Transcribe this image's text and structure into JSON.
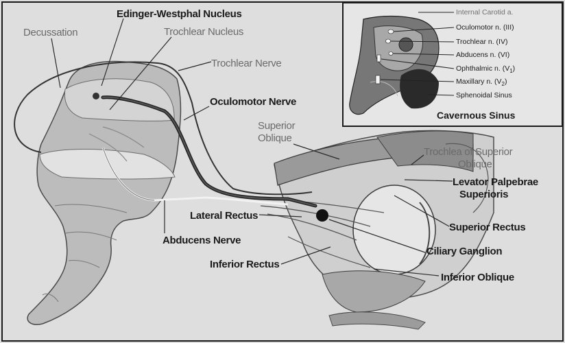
{
  "labels": {
    "decussation": "Decussation",
    "edinger_westphal_nucleus": "Edinger-Westphal Nucleus",
    "trochlear_nucleus": "Trochlear Nucleus",
    "trochlear_nerve": "Trochlear Nerve",
    "oculomotor_nerve": "Oculomotor Nerve",
    "superior_oblique_line1": "Superior",
    "superior_oblique_line2": "Oblique",
    "trochlea_line1": "Trochlea of Superior",
    "trochlea_line2": "Oblique",
    "levator_line1": "Levator Palpebrae",
    "levator_line2": "Superioris",
    "lateral_rectus": "Lateral Rectus",
    "superior_rectus": "Superior Rectus",
    "abducens_nerve": "Abducens Nerve",
    "ciliary_ganglion": "Ciliary Ganglion",
    "inferior_rectus": "Inferior Rectus",
    "inferior_oblique": "Inferior Oblique"
  },
  "inset": {
    "title": "Cavernous Sinus",
    "internal_carotid": "Internal Carotid a.",
    "oculomotor": "Oculomotor n. (III)",
    "trochlear": "Trochlear n. (IV)",
    "abducens": "Abducens n. (VI)",
    "ophthalmic": "Ophthalmic n. (V",
    "ophthalmic_sub": "1",
    "maxillary": "Maxillary n. (V",
    "maxillary_sub": "2",
    "sphenoidal": "Sphenoidal Sinus"
  }
}
